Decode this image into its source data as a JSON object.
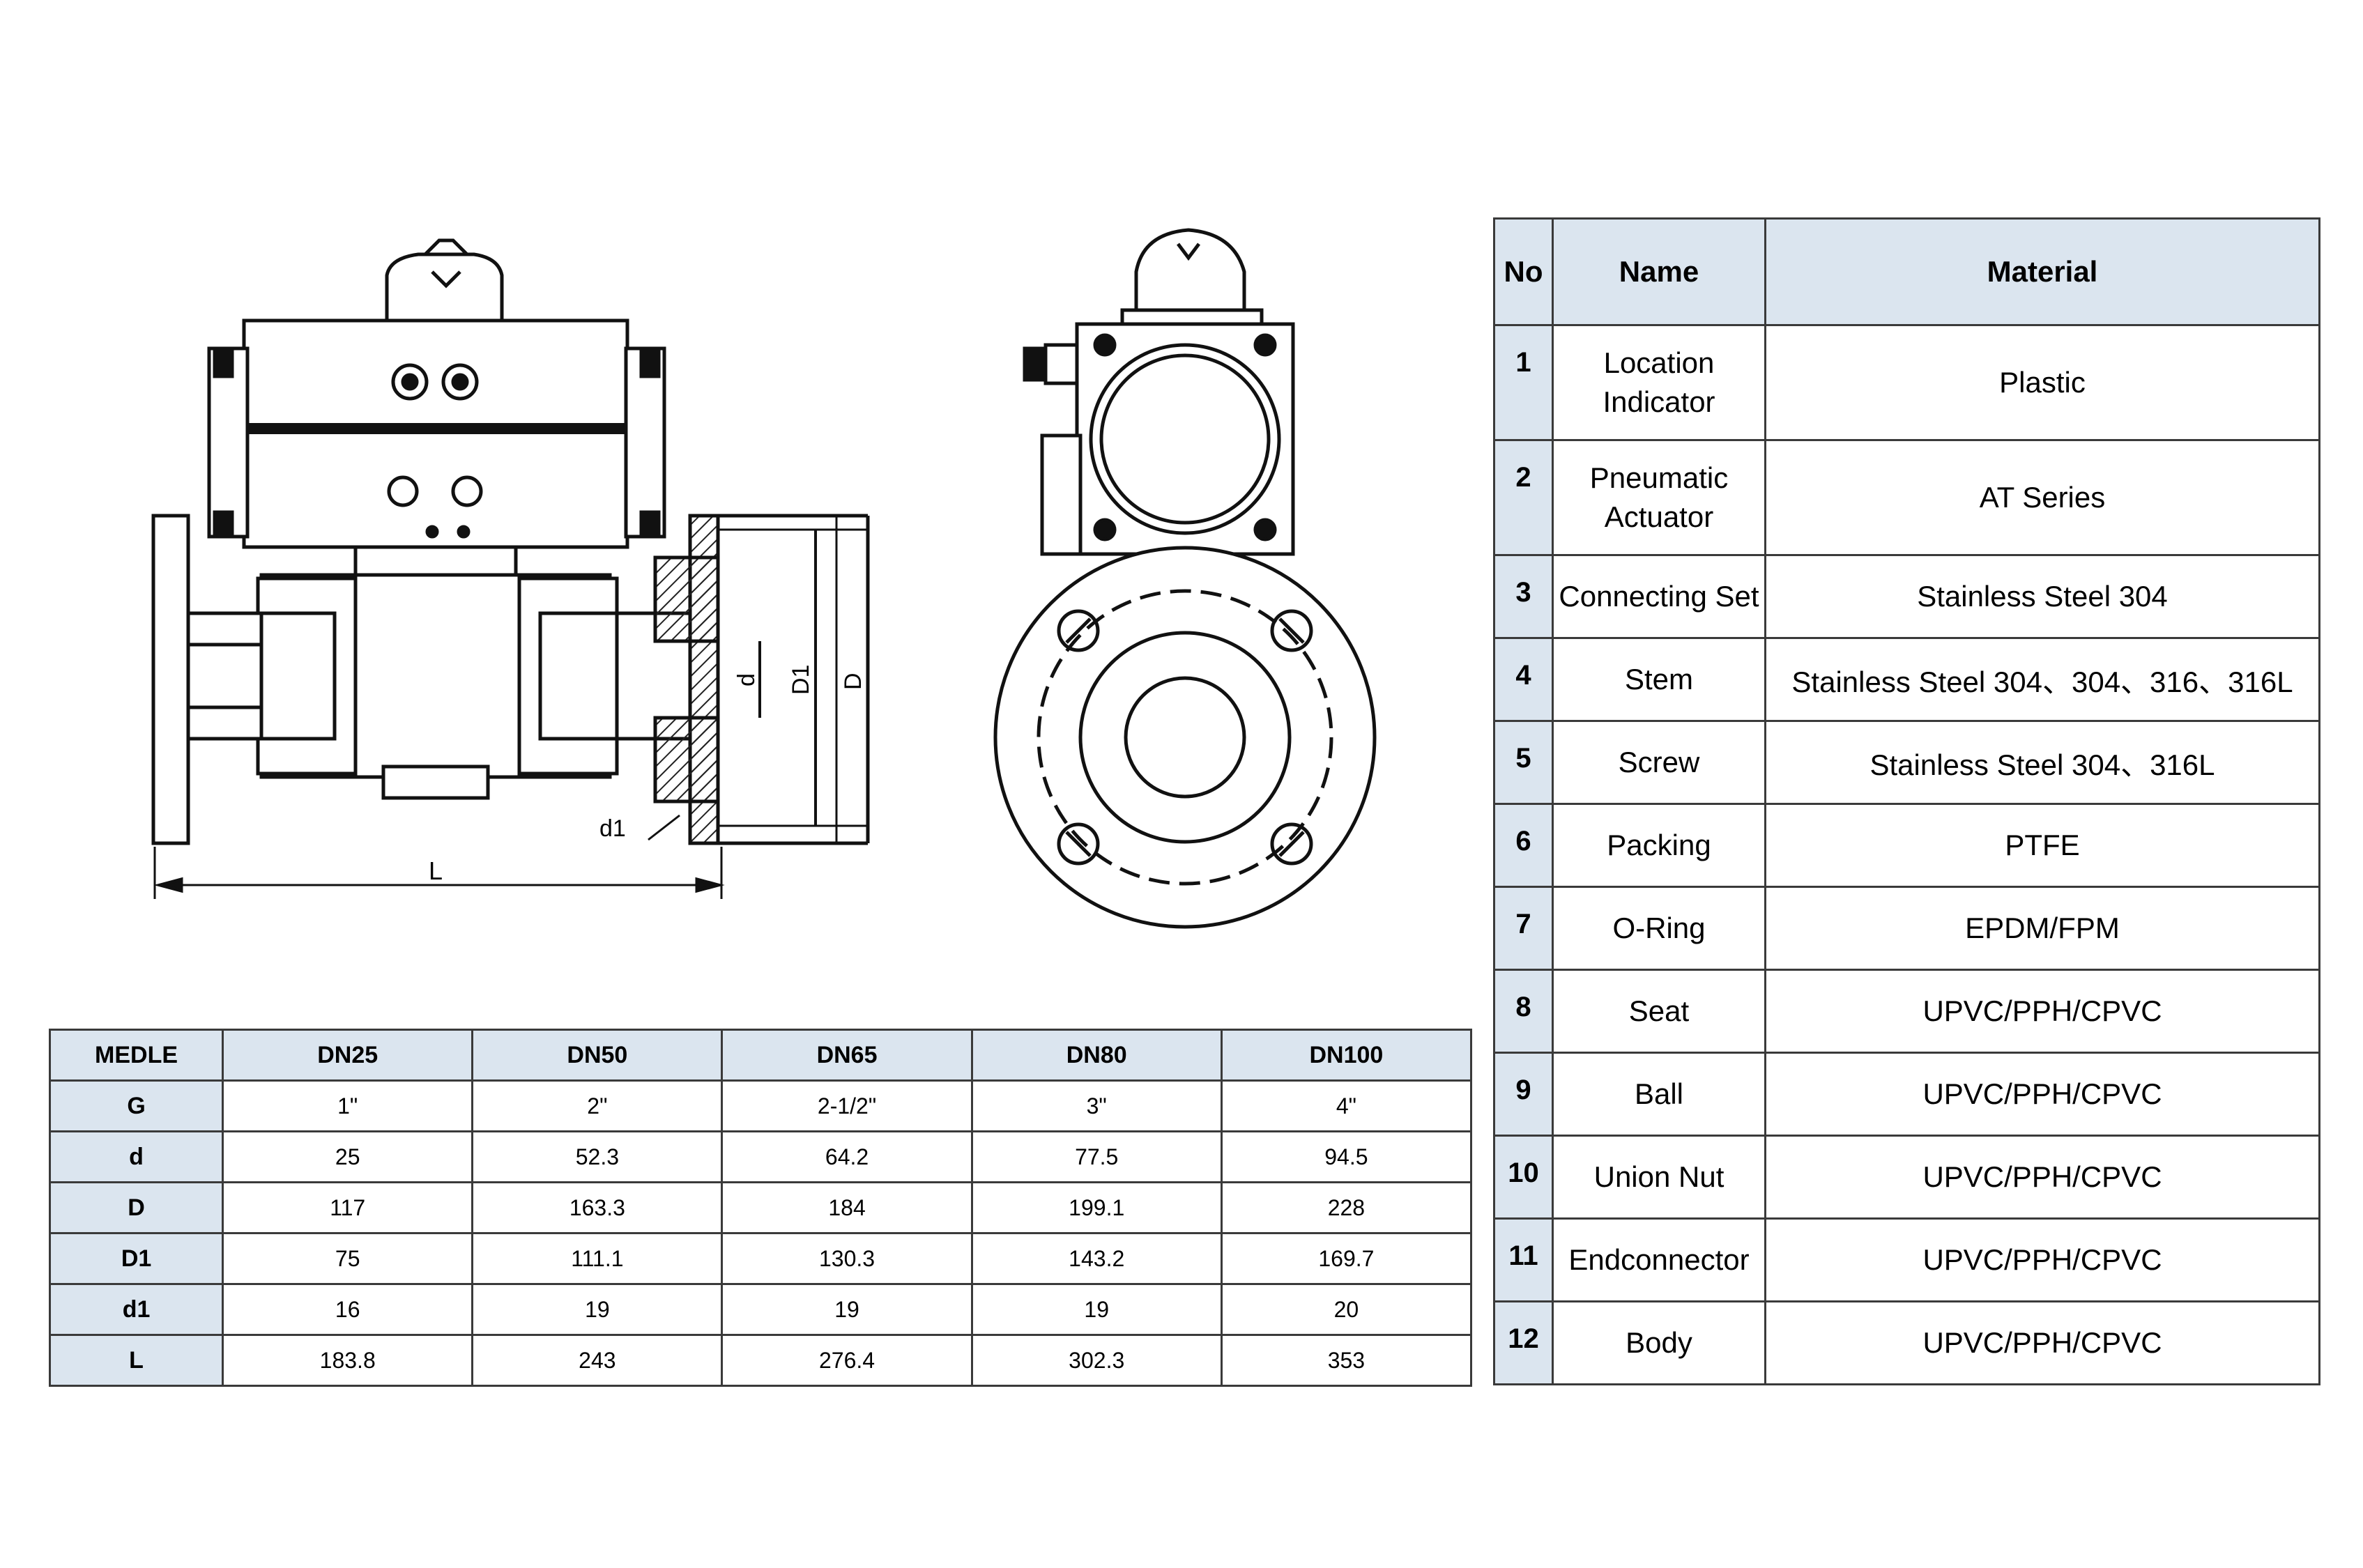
{
  "drawing_labels": {
    "d": "d",
    "D1": "D1",
    "D": "D",
    "d1": "d1",
    "L": "L"
  },
  "dimension_table": {
    "headers": [
      "MEDLE",
      "DN25",
      "DN50",
      "DN65",
      "DN80",
      "DN100"
    ],
    "rows": [
      {
        "label": "G",
        "values": [
          "1\"",
          "2\"",
          "2-1/2\"",
          "3\"",
          "4\""
        ]
      },
      {
        "label": "d",
        "values": [
          "25",
          "52.3",
          "64.2",
          "77.5",
          "94.5"
        ]
      },
      {
        "label": "D",
        "values": [
          "117",
          "163.3",
          "184",
          "199.1",
          "228"
        ]
      },
      {
        "label": "D1",
        "values": [
          "75",
          "111.1",
          "130.3",
          "143.2",
          "169.7"
        ]
      },
      {
        "label": "d1",
        "values": [
          "16",
          "19",
          "19",
          "19",
          "20"
        ]
      },
      {
        "label": "L",
        "values": [
          "183.8",
          "243",
          "276.4",
          "302.3",
          "353"
        ]
      }
    ]
  },
  "material_table": {
    "headers": {
      "no": "No",
      "name": "Name",
      "material": "Material"
    },
    "rows": [
      {
        "no": "1",
        "name": "Location Indicator",
        "material": "Plastic"
      },
      {
        "no": "2",
        "name": "Pneumatic Actuator",
        "material": "AT Series"
      },
      {
        "no": "3",
        "name": "Connecting Set",
        "material": "Stainless Steel 304"
      },
      {
        "no": "4",
        "name": "Stem",
        "material": "Stainless Steel 304、304、316、316L"
      },
      {
        "no": "5",
        "name": "Screw",
        "material": "Stainless Steel 304、316L"
      },
      {
        "no": "6",
        "name": "Packing",
        "material": "PTFE"
      },
      {
        "no": "7",
        "name": "O-Ring",
        "material": "EPDM/FPM"
      },
      {
        "no": "8",
        "name": "Seat",
        "material": "UPVC/PPH/CPVC"
      },
      {
        "no": "9",
        "name": "Ball",
        "material": "UPVC/PPH/CPVC"
      },
      {
        "no": "10",
        "name": "Union Nut",
        "material": "UPVC/PPH/CPVC"
      },
      {
        "no": "11",
        "name": "Endconnector",
        "material": "UPVC/PPH/CPVC"
      },
      {
        "no": "12",
        "name": "Body",
        "material": "UPVC/PPH/CPVC"
      }
    ]
  }
}
